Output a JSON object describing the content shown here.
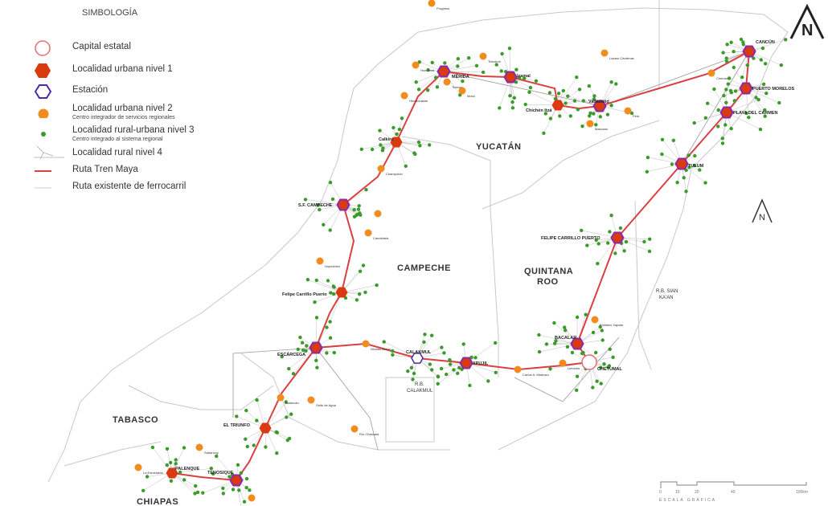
{
  "legend": {
    "title": "SIMBOLOGÍA",
    "items": [
      {
        "label": "Capital estatal",
        "symbol": "circle-outline",
        "color": "#e07070"
      },
      {
        "label": "Localidad urbana nivel 1",
        "symbol": "hexagon-filled",
        "color": "#d93a10"
      },
      {
        "label": "Estación",
        "symbol": "hexagon-outline",
        "color": "#4a2aa8"
      },
      {
        "label": "Localidad urbana nivel 2",
        "sublabel": "Centro integrador de servicios regionales",
        "symbol": "circle-filled",
        "color": "#f28c1e"
      },
      {
        "label": "Localidad rural-urbana nivel 3",
        "sublabel": "Centro integrado al sistema regional",
        "symbol": "dot",
        "color": "#3a9a2a"
      },
      {
        "label": "Localidad rural nivel 4",
        "symbol": "network-lines",
        "color": "#aaaaaa"
      },
      {
        "label": "Ruta Tren Maya",
        "symbol": "line",
        "color": "#d94040"
      },
      {
        "label": "Ruta existente de ferrocarril",
        "symbol": "line",
        "color": "#cccccc"
      }
    ]
  },
  "states": {
    "yucatan": "YUCATÁN",
    "campeche": "CAMPECHE",
    "quintana_roo_1": "QUINTANA",
    "quintana_roo_2": "ROO",
    "tabasco": "TABASCO",
    "chiapas": "CHIAPAS",
    "rb_sian_1": "R.B. SIAN",
    "rb_sian_2": "KA'AN",
    "rb_calakmul_1": "R.B.",
    "rb_calakmul_2": "CALAKMUL"
  },
  "stations": [
    {
      "name": "CANCÚN",
      "type": "station"
    },
    {
      "name": "PUERTO MORELOS",
      "type": "station"
    },
    {
      "name": "PLAYA DEL CARMEN",
      "type": "station"
    },
    {
      "name": "TULUM",
      "type": "station"
    },
    {
      "name": "FELIPE CARRILLO PUERTO",
      "type": "station"
    },
    {
      "name": "BACALAR",
      "type": "station"
    },
    {
      "name": "CHETUMAL",
      "type": "capital"
    },
    {
      "name": "XPUJIL",
      "type": "station"
    },
    {
      "name": "CALAKMUL",
      "type": "station-empty"
    },
    {
      "name": "ESCÁRCEGA",
      "type": "station"
    },
    {
      "name": "Felipe Carrillo Puerto",
      "type": "urban1"
    },
    {
      "name": "S.F. CAMPECHE",
      "type": "station"
    },
    {
      "name": "Calkiní",
      "type": "urban1"
    },
    {
      "name": "MÉRIDA",
      "type": "station"
    },
    {
      "name": "Izamal",
      "type": "station"
    },
    {
      "name": "Chichén Itzá",
      "type": "urban1"
    },
    {
      "name": "Valladolid",
      "type": "station"
    },
    {
      "name": "EL TRIUNFO",
      "type": "urban1"
    },
    {
      "name": "PALENQUE",
      "type": "urban1"
    },
    {
      "name": "TENOSIQUE",
      "type": "station"
    }
  ],
  "towns": [
    "Progreso",
    "Hunucmá",
    "Tixkokob",
    "Motul",
    "Tizimín",
    "Lázaro Cárdenas",
    "Chemax",
    "Peto",
    "Maxcanú",
    "Hecelchakán",
    "Champotón",
    "Hopelchén",
    "Candelaria",
    "Nicolás Bravo",
    "Carlos A. Madrazo",
    "Limones",
    "Emiliano Zapata",
    "Balancán",
    "Salto de Agua",
    "Río Chancalá",
    "La Esmeralda",
    "Sabancuy"
  ],
  "scale": {
    "ticks": [
      "0",
      "10",
      "20",
      "40",
      "100km"
    ],
    "label": "ESCALA GRÁFICA"
  },
  "north_label": "N",
  "colors": {
    "route": "#d94040",
    "station": "#4a2aa8",
    "urban1": "#d93a10",
    "urban2": "#f28c1e",
    "rural": "#3a9a2a"
  }
}
